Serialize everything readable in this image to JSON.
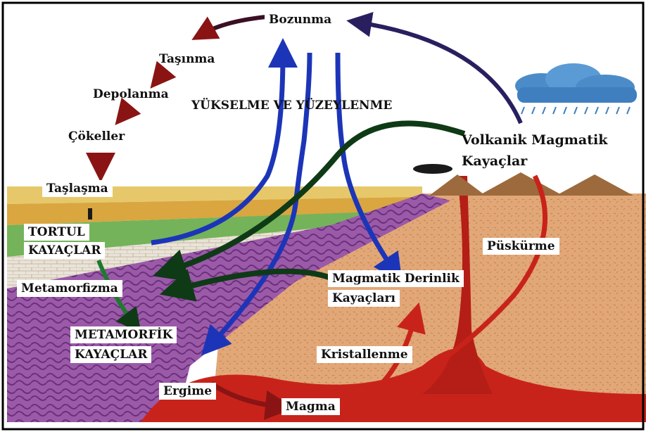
{
  "labels": {
    "bozunma": "Bozunma",
    "tasinma": "Taşınma",
    "depolanma": "Depolanma",
    "cokeller": "Çökeller",
    "taslasma": "Taşlaşma",
    "yukselme": "YÜKSELME VE YÜZEYLENME",
    "volkanik": "Volkanik Magmatik",
    "kayaclar_v": "Kayaçlar",
    "tortul_1": "TORTUL",
    "tortul_2": "KAYAÇLAR",
    "metamorfizma": "Metamorfizma",
    "magmatik_1": "Magmatik Derinlik",
    "magmatik_2": "Kayaçları",
    "puskurme": "Püskürme",
    "metamorfik_1": "METAMORFİK",
    "metamorfik_2": "KAYAÇLAR",
    "kristallenme": "Kristallenme",
    "ergime": "Ergime",
    "magma": "Magma"
  },
  "colors": {
    "sky": "#ffffff",
    "crust": "#e2a777",
    "metamorphic": "#9a5aa8",
    "sediment_yellow": "#e6c86a",
    "sediment_green": "#74b35a",
    "magma": "#c8231a",
    "rise_arrow": "#1c35b8",
    "meta_arrow": "#0f3a16",
    "weather_arrow": "#2a1f5e",
    "process_arrow": "#8a1414",
    "cloud": "#4b8cc8",
    "volcano": "#9c6a3c"
  }
}
